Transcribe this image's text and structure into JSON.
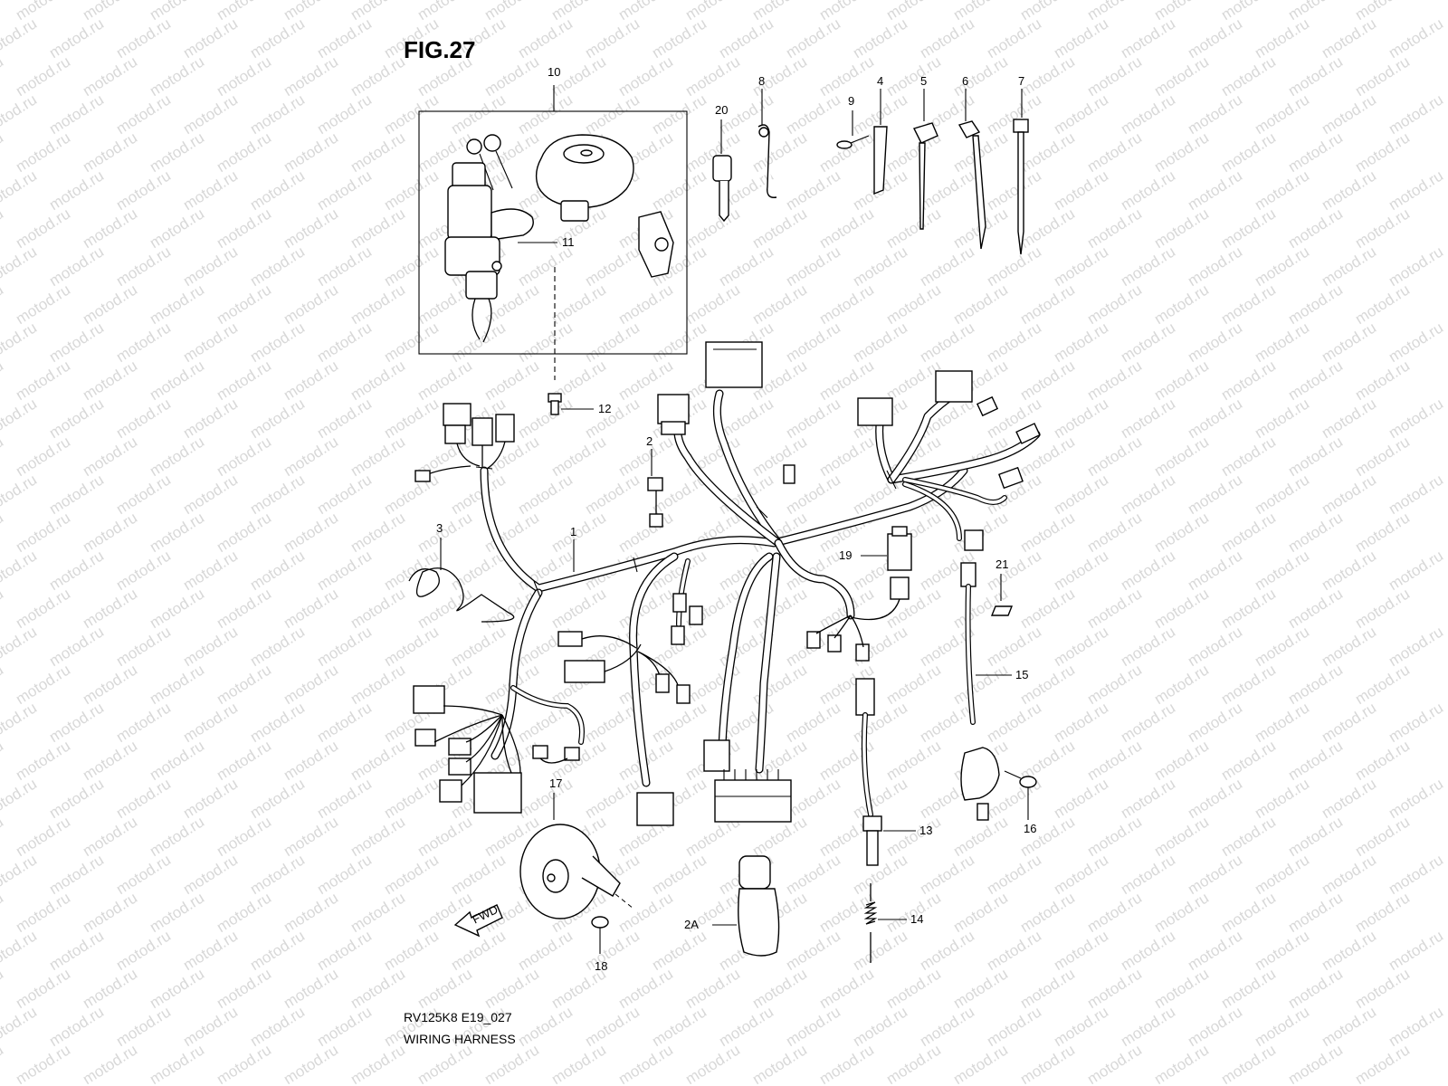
{
  "figure": {
    "title": "FIG.27",
    "model_code": "RV125K8 E19_027",
    "description": "WIRING HARNESS"
  },
  "watermark_text": "motod.ru",
  "callouts": {
    "c1": "1",
    "c2": "2",
    "c2a": "2A",
    "c3": "3",
    "c4": "4",
    "c5": "5",
    "c6": "6",
    "c7": "7",
    "c8": "8",
    "c9": "9",
    "c10": "10",
    "c11": "11",
    "c12": "12",
    "c13": "13",
    "c14": "14",
    "c15": "15",
    "c16": "16",
    "c17": "17",
    "c18": "18",
    "c19": "19",
    "c20": "20",
    "c21": "21"
  },
  "fwd_label": "FWD",
  "colors": {
    "line": "#000000",
    "background": "#ffffff",
    "watermark": "#d8d8d8"
  }
}
